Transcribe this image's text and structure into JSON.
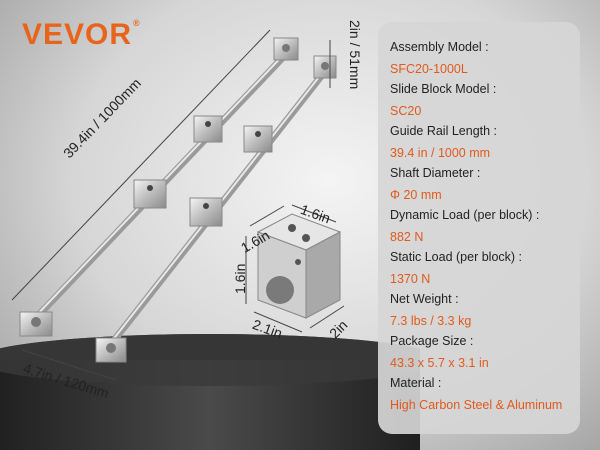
{
  "brand": {
    "logo": "VEVOR",
    "mark": "®"
  },
  "dimensions": {
    "rail_length": "39.4in / 1000mm",
    "support_height": "2in / 51mm",
    "base_width": "4.7in / 120mm",
    "block_top": "1.6in",
    "block_side": "1.6in",
    "block_height": "1.6in",
    "block_width": "2.1in",
    "block_depth": "2in"
  },
  "specs": [
    {
      "label": "Assembly Model :",
      "value": "SFC20-1000L"
    },
    {
      "label": "Slide Block Model :",
      "value": "SC20"
    },
    {
      "label": "Guide Rail Length :",
      "value": "39.4 in / 1000 mm"
    },
    {
      "label": "Shaft Diameter :",
      "value": "Φ 20 mm"
    },
    {
      "label": "Dynamic Load (per block) :",
      "value": "882 N"
    },
    {
      "label": "Static Load (per block) :",
      "value": "1370 N"
    },
    {
      "label": "Net Weight :",
      "value": "7.3 lbs / 3.3 kg"
    },
    {
      "label": "Package Size :",
      "value": "43.3 x 5.7 x 3.1 in"
    },
    {
      "label": "Material :",
      "value": "High Carbon Steel & Aluminum"
    }
  ],
  "colors": {
    "accent": "#e8641b",
    "value_text": "#e05a1c",
    "panel": "#d6d6d6"
  }
}
